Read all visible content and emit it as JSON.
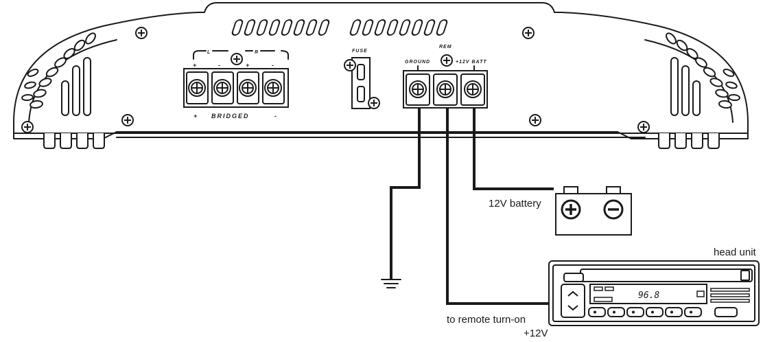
{
  "amplifier": {
    "speaker_terminals": {
      "channel_left": "L",
      "channel_right": "R",
      "top_polarity": [
        "+",
        "-",
        "+",
        "-"
      ],
      "bridged_label": "BRIDGED",
      "bridged_plus": "+",
      "bridged_minus": "-"
    },
    "fuse_label": "FUSE",
    "power_terminals": {
      "ground": "GROUND",
      "remote": "REM",
      "batt": "+12V BATT"
    }
  },
  "battery": {
    "label": "12V battery"
  },
  "head_unit": {
    "label": "head unit",
    "display": "96.8"
  },
  "remote_note": {
    "line1": "to remote turn-on",
    "line2": "+12V"
  }
}
